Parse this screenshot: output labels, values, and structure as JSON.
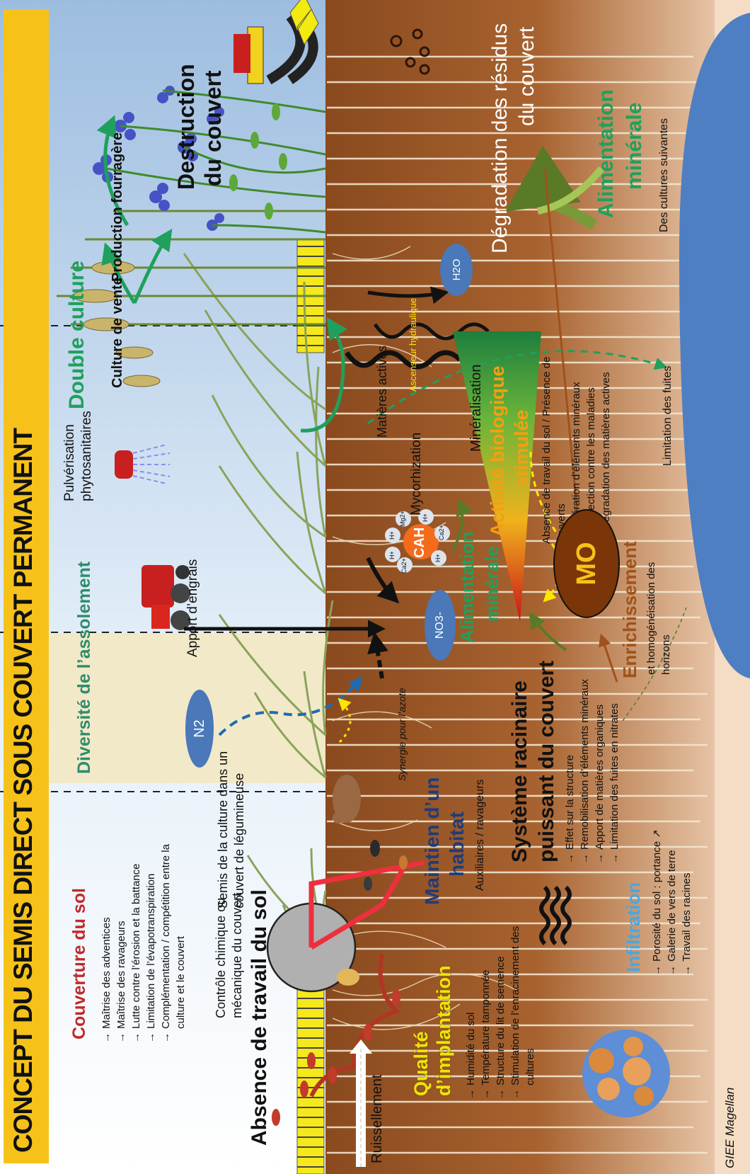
{
  "title": "CONCEPT DU SEMIS DIRECT SOUS COUVERT PERMANENT",
  "credit": "GIEE Magellan",
  "headings": {
    "couverture": "Couverture du sol",
    "absence": "Absence de travail du sol",
    "qualite_1": "Qualité",
    "qualite_2": "d’implantation",
    "diversite": "Diversité de l’assolement",
    "maintien_1": "Maintien d’un",
    "maintien_2": "habitat",
    "systeme_1": "Système racinaire",
    "systeme_2": "puissant du couvert",
    "infiltration": "Infiltration",
    "double": "Double culture",
    "alim_1": "Alimentation",
    "alim_2": "minérale",
    "activite_1": "Activité biologique",
    "activite_2": "stimulée",
    "enrich": "Enrichissement",
    "degradation_1": "Dégradation des résidus",
    "degradation_2": "du couvert",
    "alim2_1": "Alimentation",
    "alim2_2": "minérale",
    "destruction_1": "Destruction",
    "destruction_2": "du couvert"
  },
  "labels": {
    "controle_1": "Contrôle chimique ou",
    "controle_2": "mécanique du couvert",
    "semis_1": "Semis de la culture dans un",
    "semis_2": "couvert de légumineuse",
    "ruissellement": "Ruissellement",
    "auxiliaires": "Auxiliaires / ravageurs",
    "synergie": "Synergie pour l’azote",
    "apport_engrais": "Apport d’engrais",
    "pulverisation_1": "Pulvérisation",
    "pulverisation_2": "phytosanitaires",
    "culture_vente": "Culture de vente",
    "production_fourragere": "Production fourragère",
    "mycorhization": "Mycorhization",
    "matieres_actives": "Matières actives",
    "mineralisation": "Minéralisation",
    "ascenseur": "Ascenseur hydraulique",
    "des_cultures_suivantes": "Des cultures suivantes",
    "limitation_fuites": "Limitation des fuites",
    "n2": "N2",
    "no3": "NO3-",
    "h2o": "H2O",
    "mo": "MO",
    "cah": "CAH",
    "ions": [
      "Ca2+",
      "H+",
      "H+",
      "Mg2+",
      "H+",
      "Ca2+",
      "H+"
    ]
  },
  "lists": {
    "couverture": [
      "Maîtrise des adventices",
      "Maîtrise des ravageurs",
      "Lutte contre l’érosion et la battance",
      "Limitation de l’évapotranspiration",
      "Complémentation / compétition entre la culture et le couvert"
    ],
    "qualite": [
      "Humidité du sol",
      "Température tamponnée",
      "Structure du lit de semence",
      "Stimulation de l’enracinement des cultures"
    ],
    "systeme": [
      "Effet sur la structure",
      "Remobilisation d’éléments minéraux",
      "Apport de matières organiques",
      "Limitation des fuites en nitrates"
    ],
    "infiltration": [
      "Porosité du sol : portance ↗",
      "Galerie de vers de terre",
      "Travail des racines"
    ],
    "enrich_lead": "et homogénéisation des horizons",
    "activite_lead": "Absence de travail du sol / Présence de couverts",
    "activite": [
      "Libération d’éléments minéraux",
      "Protection contre les maladies",
      "Dégradation des matières actives"
    ]
  },
  "colors": {
    "banner": "#f6c21a",
    "soil": "#9a5a2c",
    "sky": "#d6e6f6",
    "dark_red": "#c0292b",
    "green": "#1fa05c",
    "teal": "#2f8c6e",
    "orange": "#e89a16",
    "navy": "#1e3c7a",
    "blue_oval": "#4a78b8",
    "brown_oval": "#7a3508"
  }
}
